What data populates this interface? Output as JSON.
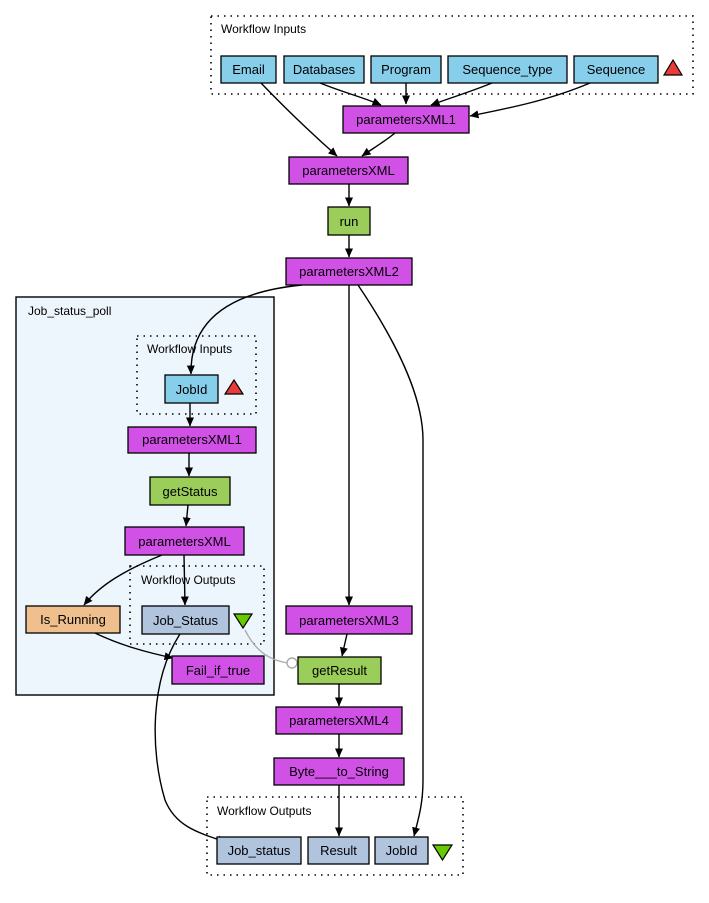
{
  "colors": {
    "input": "#87ceeb",
    "output": "#b0c4de",
    "xml": "#d150e6",
    "service": "#9acd5a",
    "beanshell": "#efc08e",
    "subflow_bg": "#eef6fd",
    "up_triangle": "#ea3b3b",
    "down_triangle": "#66cc00"
  },
  "icons": {
    "inputs_port": "red-up-triangle-icon",
    "outputs_port": "green-down-triangle-icon"
  },
  "clusters": {
    "workflow_inputs": "Workflow Inputs",
    "workflow_outputs": "Workflow Outputs",
    "job_status_poll": "Job_status_poll",
    "sub_inputs": "Workflow Inputs",
    "sub_outputs": "Workflow Outputs"
  },
  "nodes": {
    "email": "Email",
    "databases": "Databases",
    "program": "Program",
    "sequence_type": "Sequence_type",
    "sequence": "Sequence",
    "parametersXML1": "parametersXML1",
    "parametersXML": "parametersXML",
    "run": "run",
    "parametersXML2": "parametersXML2",
    "sub_jobid": "JobId",
    "sub_parametersXML1": "parametersXML1",
    "sub_getStatus": "getStatus",
    "sub_parametersXML": "parametersXML",
    "sub_is_running": "Is_Running",
    "sub_job_status": "Job_Status",
    "sub_fail_if_true": "Fail_if_true",
    "parametersXML3": "parametersXML3",
    "getResult": "getResult",
    "parametersXML4": "parametersXML4",
    "byte_to_string": "Byte___to_String",
    "out_job_status": "Job_status",
    "out_result": "Result",
    "out_jobid": "JobId"
  }
}
